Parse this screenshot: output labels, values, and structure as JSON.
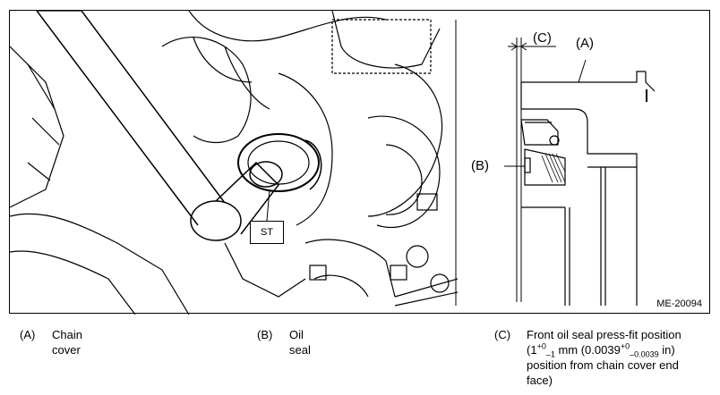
{
  "figure": {
    "id": "ME-20094",
    "tool_label": "ST",
    "callouts": {
      "a": "(A)",
      "b": "(B)",
      "c": "(C)"
    }
  },
  "legend": [
    {
      "key": "(A)",
      "text": "Chain cover"
    },
    {
      "key": "(B)",
      "text": "Oil seal"
    },
    {
      "key": "(C)",
      "line1_prefix": "Front oil seal press-fit position",
      "open": "(1",
      "sup1": "+0",
      "sub1": "–1",
      "mid": " mm (0.0039",
      "sup2": "+0",
      "sub2": "–0.0039",
      "close": " in)",
      "line3": "position from chain cover end",
      "line4": "face)"
    }
  ]
}
